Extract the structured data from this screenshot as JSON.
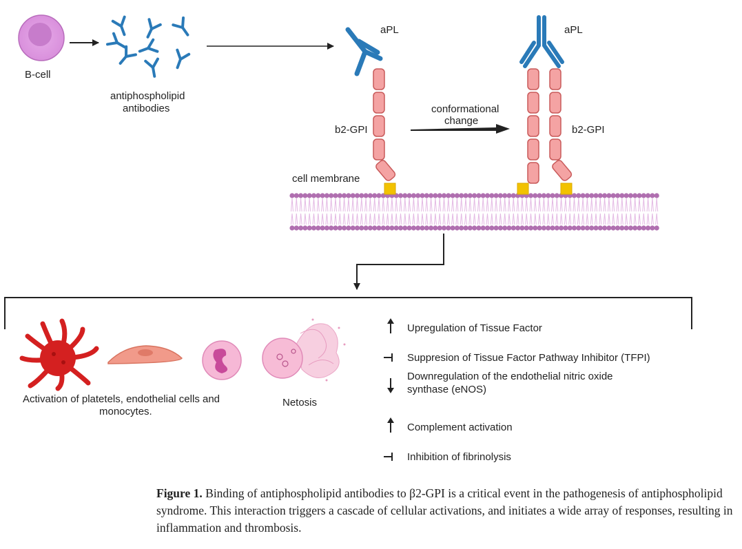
{
  "labels": {
    "b_cell": "B-cell",
    "antibodies_line1": "antiphospholipid",
    "antibodies_line2": "antibodies",
    "apl_left": "aPL",
    "apl_right": "aPL",
    "b2gpi_left": "b2-GPI",
    "b2gpi_right": "b2-GPI",
    "conformational_line1": "conformational",
    "conformational_line2": "change",
    "cell_membrane": "cell membrane",
    "activation_line1": "Activation of platetels, endothelial cells and",
    "activation_line2": "monocytes.",
    "netosis": "Netosis"
  },
  "effects": [
    {
      "symbol": "up-arrow",
      "lines": [
        "Upregulation of Tissue Factor"
      ]
    },
    {
      "symbol": "inhibit",
      "lines": [
        "Suppresion of Tissue Factor Pathway Inhibitor (TFPI)"
      ]
    },
    {
      "symbol": "down-arrow",
      "lines": [
        "Downregulation of the endothelial nitric oxide",
        "synthase (eNOS)"
      ]
    },
    {
      "symbol": "up-arrow",
      "lines": [
        "Complement activation"
      ]
    },
    {
      "symbol": "inhibit",
      "lines": [
        "Inhibition of fibrinolysis"
      ]
    }
  ],
  "caption": {
    "label": "Figure 1.",
    "text": " Binding of antiphospholipid antibodies to β2-GPI is a critical event in the pathogenesis of antiphospholipid syndrome. This interaction triggers a cascade of cellular activations, and initiates a wide array of responses, resulting in inflammation and thrombosis."
  },
  "colors": {
    "antibody": "#2a7ab8",
    "b2gpi_fill": "#f4a3a3",
    "b2gpi_stroke": "#c85a5a",
    "membrane": "#b06fb0",
    "anchor": "#f2c200",
    "b_cell": "#d98fdc",
    "platelet": "#d42020",
    "endothelial": "#f19a8a",
    "monocyte": "#e895c8",
    "netosis": "#f0b5cf"
  }
}
